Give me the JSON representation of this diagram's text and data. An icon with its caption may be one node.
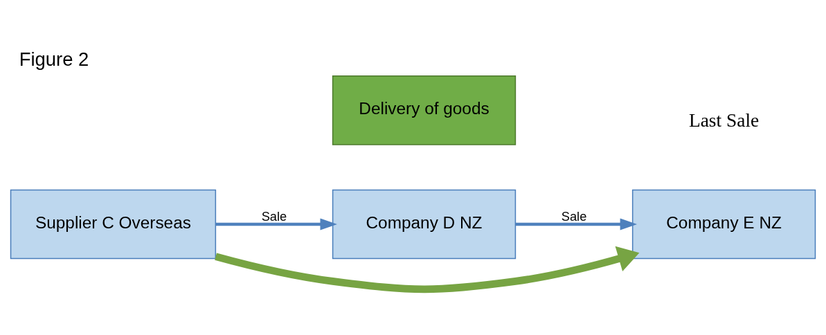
{
  "diagram": {
    "title": "Figure 2",
    "nodes": [
      {
        "text": [
          "Supplier C Overseas"
        ]
      },
      {
        "text": [
          "Company D NZ"
        ]
      },
      {
        "text": [
          "Company E NZ"
        ]
      },
      {
        "text": [
          "Delivery of goods"
        ]
      }
    ],
    "edges": [
      {
        "from": 0,
        "to": 1,
        "arrow": "to",
        "label": "Sale"
      },
      {
        "from": 1,
        "to": 2,
        "arrow": "to",
        "label": "Sale"
      },
      {
        "from": 0,
        "to": 2,
        "arrow": "to",
        "style": "thick",
        "color": "#77a443"
      }
    ],
    "labels": [
      "Last Sale"
    ]
  }
}
